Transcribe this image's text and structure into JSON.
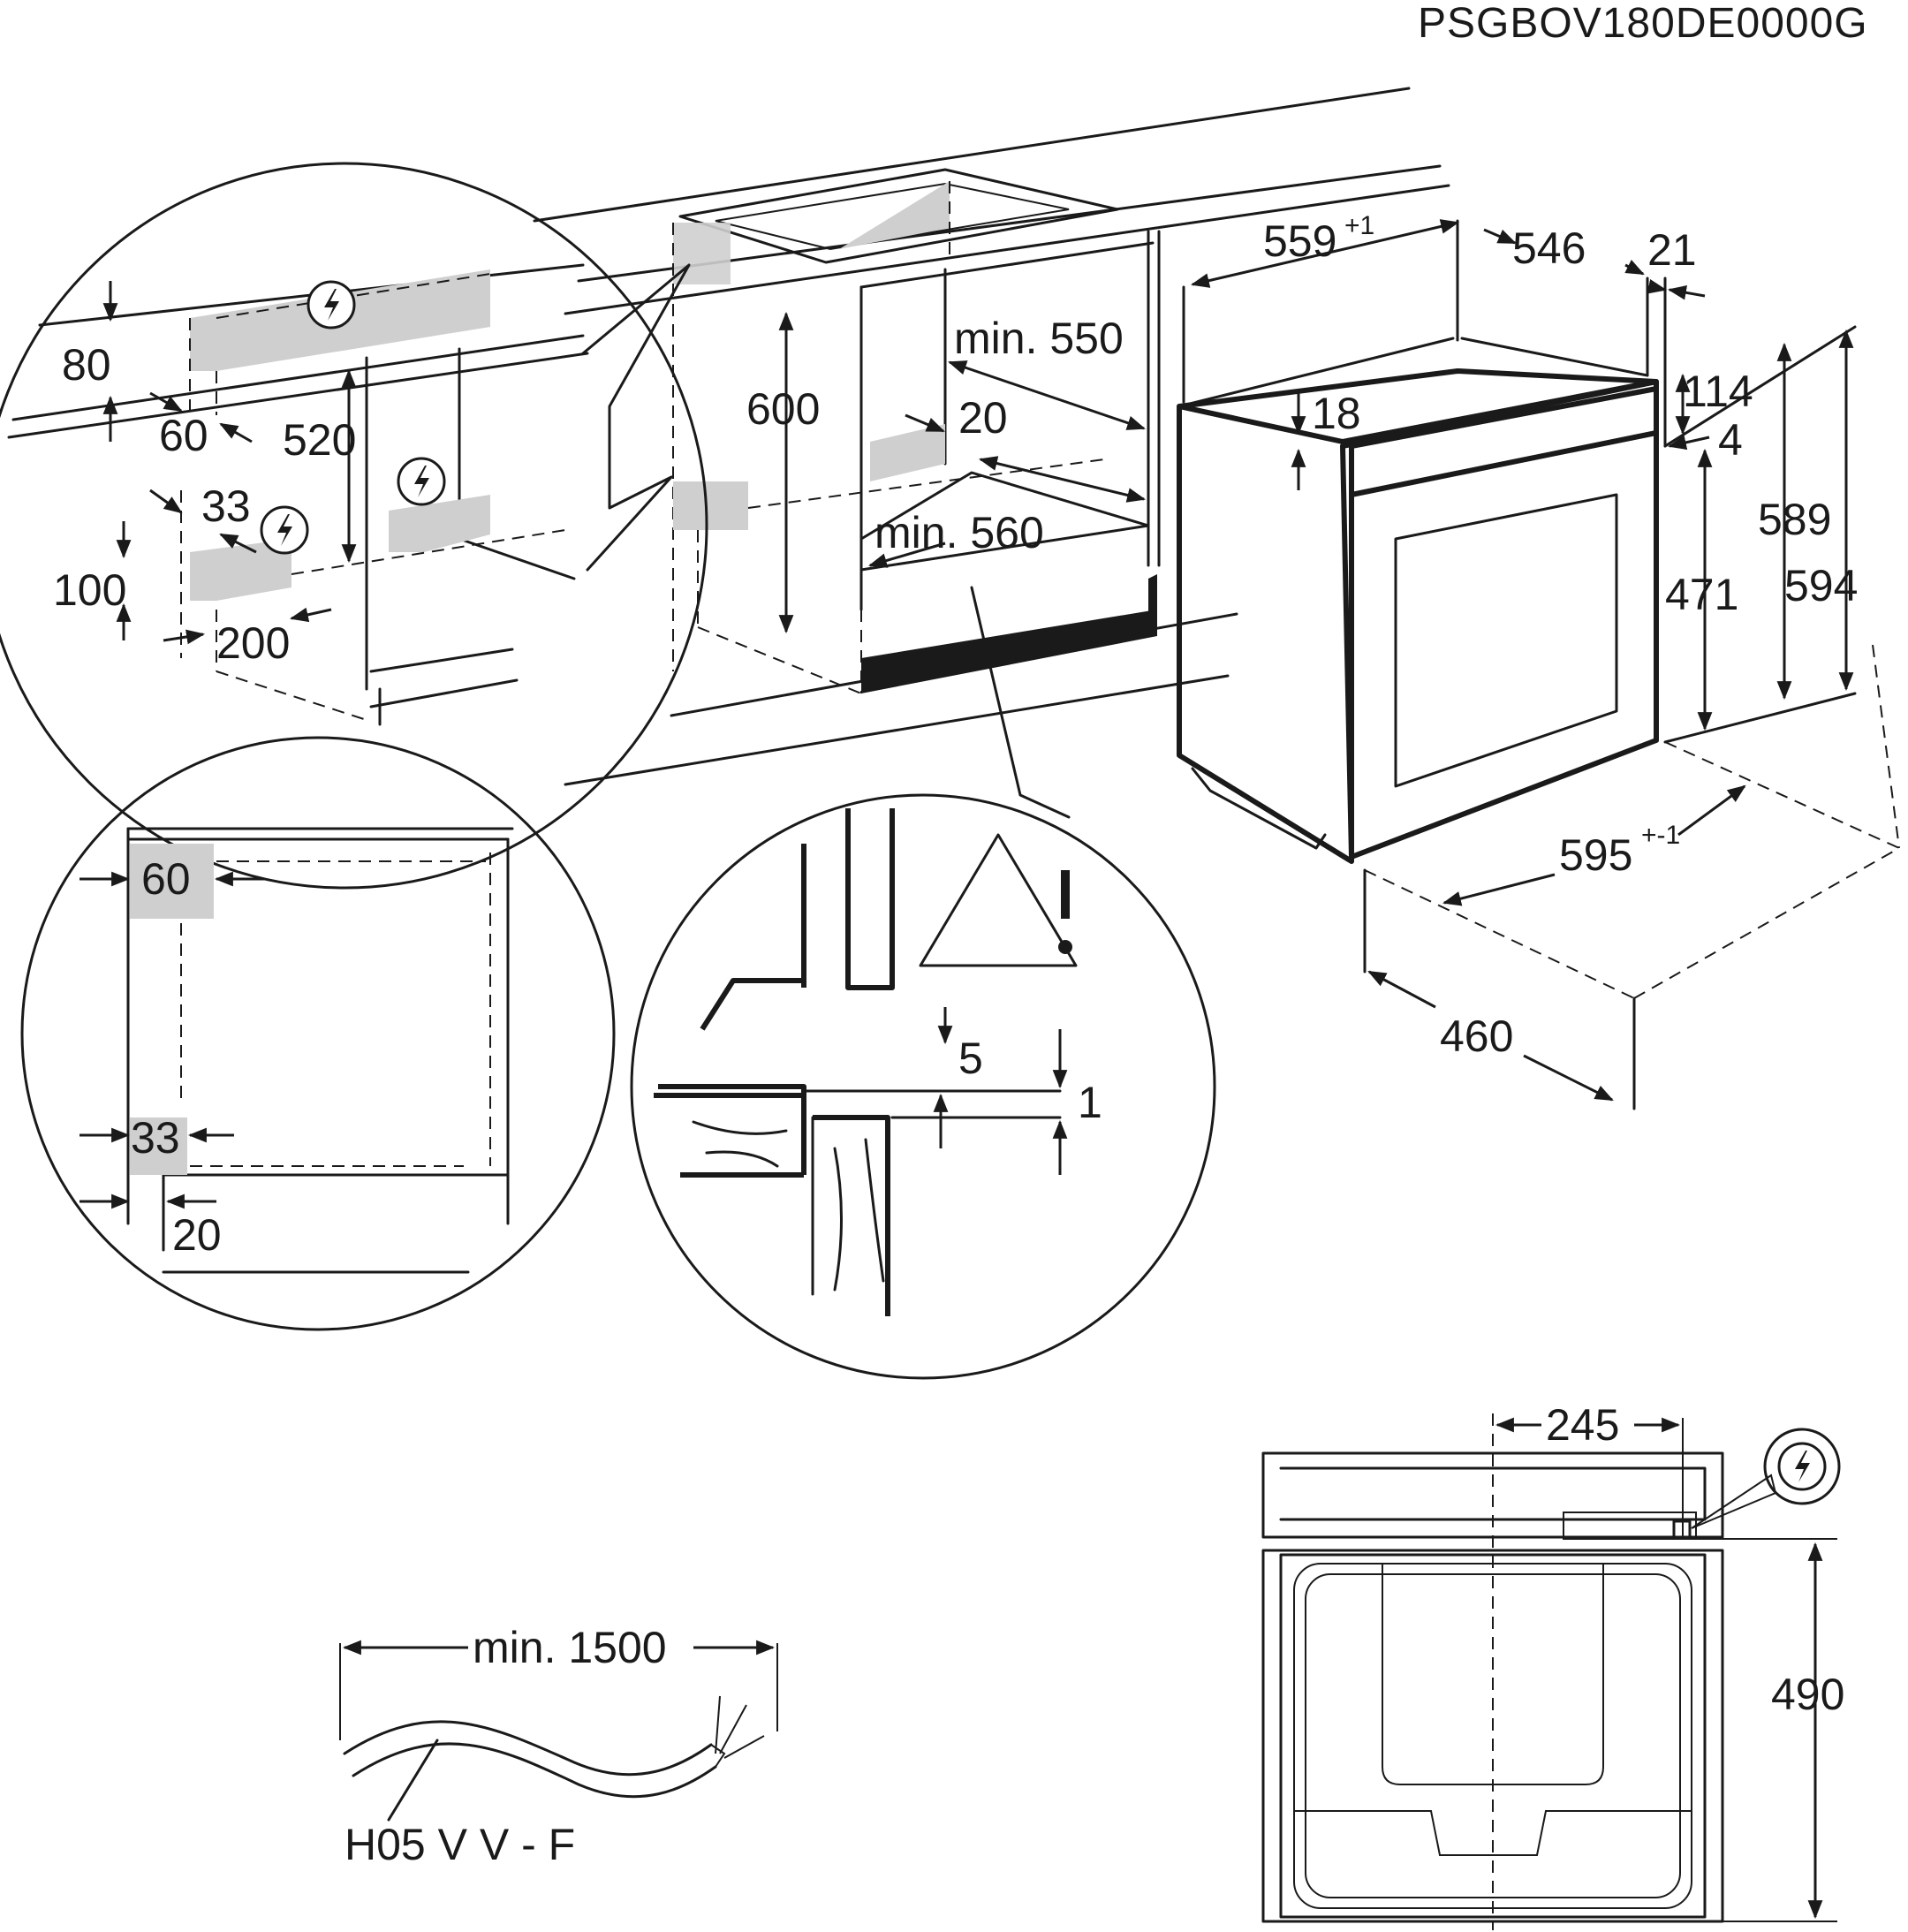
{
  "header": {
    "model_code": "PSGBOV180DE0000G"
  },
  "dimensions": {
    "niche_width": "559",
    "niche_width_tol": "+1",
    "oven_depth": "546",
    "front_offset": "21",
    "niche_height": "600",
    "min_depth_top": "min. 550",
    "gap_20": "20",
    "min_depth_bottom": "min. 560",
    "top_18": "18",
    "top_114": "114",
    "top_4": "4",
    "door_471": "471",
    "height_589": "589",
    "height_594": "594",
    "front_width": "595",
    "front_width_tol": "+-1",
    "side_460": "460"
  },
  "detail_wall": {
    "d80": "80",
    "d60": "60",
    "d520": "520",
    "d33": "33",
    "d100": "100",
    "d200": "200"
  },
  "detail_corner": {
    "c60": "60",
    "c33": "33",
    "c20": "20"
  },
  "detail_gap": {
    "g5": "5",
    "g1": "1"
  },
  "cable": {
    "length": "min. 1500",
    "type": "H05 V V - F"
  },
  "back_view": {
    "w245": "245",
    "h490": "490"
  }
}
